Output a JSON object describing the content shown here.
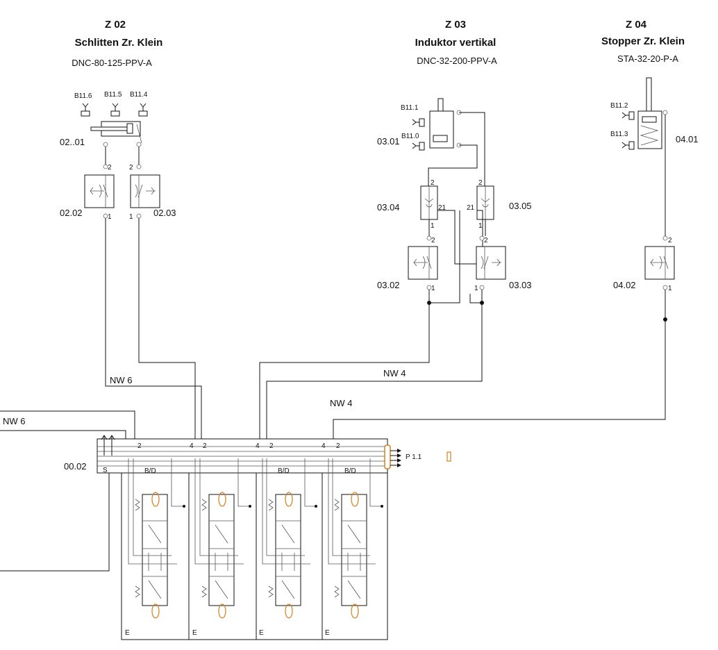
{
  "cylinders": [
    {
      "id": "Z 02",
      "name": "Schlitten Zr. Klein",
      "model": "DNC-80-125-PPV-A",
      "tag": "02..01",
      "sensors": [
        "B11.6",
        "B11.5",
        "B11.4"
      ],
      "valves": [
        {
          "tag": "02.02"
        },
        {
          "tag": "02.03"
        }
      ]
    },
    {
      "id": "Z 03",
      "name": "Induktor vertikal",
      "model": "DNC-32-200-PPV-A",
      "tag": "03.01",
      "sensors": [
        "B11.1",
        "B11.0"
      ],
      "checks": [
        {
          "tag": "03.04"
        },
        {
          "tag": "03.05"
        }
      ],
      "valves": [
        {
          "tag": "03.02"
        },
        {
          "tag": "03.03"
        }
      ]
    },
    {
      "id": "Z 04",
      "name": "Stopper Zr. Klein",
      "model": "STA-32-20-P-A",
      "tag": "04.01",
      "sensors": [
        "B11.2",
        "B11.3"
      ],
      "valves": [
        {
          "tag": "04.02"
        }
      ]
    }
  ],
  "lines": {
    "nw6_a": "NW 6",
    "nw6_b": "NW 6",
    "nw4_a": "NW 4",
    "nw4_b": "NW 4"
  },
  "manifold": {
    "tag": "00.02",
    "pressure": "P 1.1",
    "s_label": "S",
    "bd_labels": [
      "B/D",
      "B/D",
      "B/D"
    ],
    "e_labels": [
      "E",
      "E",
      "E",
      "E"
    ]
  },
  "ports": {
    "p1": "1",
    "p2": "2",
    "p21": "21",
    "p4": "4"
  }
}
